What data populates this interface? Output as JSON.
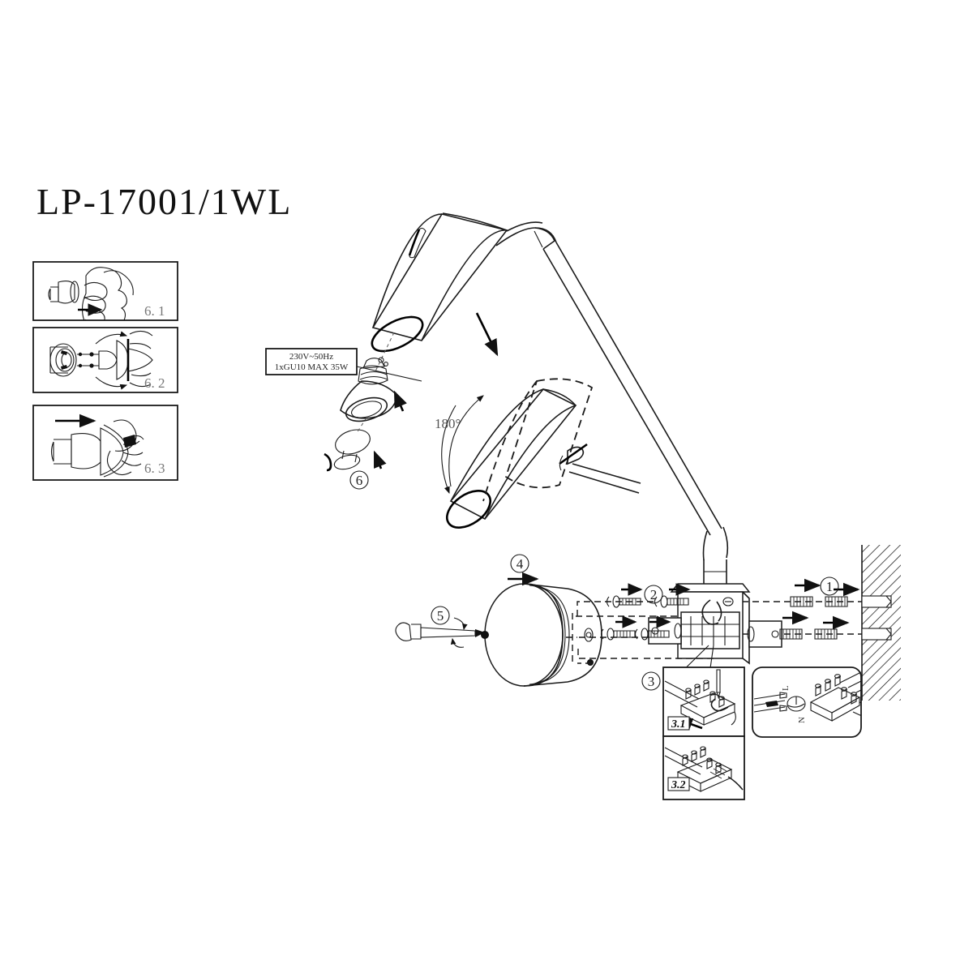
{
  "document": {
    "title": "LP-17001/1WL",
    "type": "assembly-instruction-diagram",
    "background_color": "#ffffff",
    "line_color": "#1a1a1a"
  },
  "bulb_steps": [
    {
      "label": "6. 1",
      "name": "insert-bulb-into-socket"
    },
    {
      "label": "6. 2",
      "name": "twist-bulb-to-lock"
    },
    {
      "label": "6. 3",
      "name": "fit-reflector-ring"
    }
  ],
  "spec_label": {
    "line1": "230V~50Hz",
    "line2": "1xGU10  MAX  35W"
  },
  "rotation": {
    "angle_label": "180°"
  },
  "callouts": [
    {
      "id": "1",
      "label": "①",
      "name": "wall-anchor-step"
    },
    {
      "id": "2",
      "label": "②",
      "name": "bracket-screw-step"
    },
    {
      "id": "3",
      "label": "③",
      "name": "terminal-wiring-step"
    },
    {
      "id": "4",
      "label": "④",
      "name": "canopy-cover-step"
    },
    {
      "id": "5",
      "label": "⑤",
      "name": "screwdriver-fix-step"
    },
    {
      "id": "6",
      "label": "⑥",
      "name": "bulb-install-step"
    }
  ],
  "detail_boxes": [
    {
      "label": "3.1",
      "name": "terminal-detail-upper"
    },
    {
      "label": "3.2",
      "name": "terminal-detail-lower"
    }
  ],
  "wire_marks": {
    "live": "L",
    "neutral": "N"
  }
}
